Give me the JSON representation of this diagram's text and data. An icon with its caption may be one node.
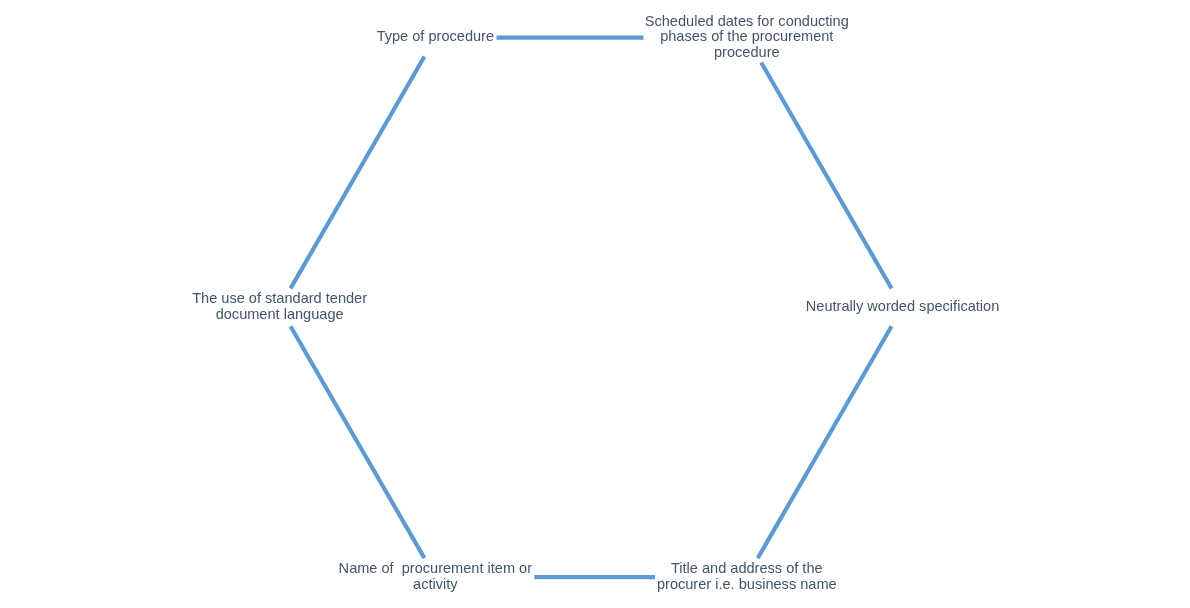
{
  "diagram": {
    "nodes": [
      {
        "text": [
          "Title and address of the procurer i.e. business name"
        ]
      },
      {
        "text": [
          "Name of  procurement item or activity"
        ]
      },
      {
        "text": [
          "The use of standard tender document language"
        ]
      },
      {
        "text": [
          "Type of procedure"
        ]
      },
      {
        "text": [
          "Scheduled dates for conducting  phases of the procurement procedure"
        ]
      },
      {
        "text": [
          "Neutrally worded specification"
        ]
      }
    ],
    "edges": [
      {
        "from": 0,
        "to": 1,
        "arrow": "none"
      },
      {
        "from": 1,
        "to": 2,
        "arrow": "none"
      },
      {
        "from": 2,
        "to": 3,
        "arrow": "none"
      },
      {
        "from": 3,
        "to": 4,
        "arrow": "none"
      },
      {
        "from": 4,
        "to": 5,
        "arrow": "none"
      },
      {
        "from": 5,
        "to": 0,
        "arrow": "none"
      }
    ]
  }
}
